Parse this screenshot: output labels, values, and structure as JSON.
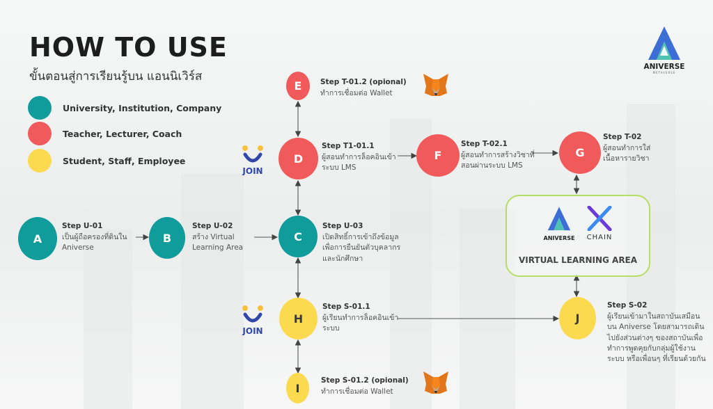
{
  "header": {
    "title": "HOW TO USE",
    "subtitle": "ขั้นตอนสู่การเรียนรู้บน แอนนิเวิร์ส"
  },
  "legend": [
    {
      "label": "University, Institution, Company",
      "color": "#0f9c9b"
    },
    {
      "label": "Teacher, Lecturer, Coach",
      "color": "#f05a5a"
    },
    {
      "label": "Student, Staff, Employee",
      "color": "#fbda50"
    }
  ],
  "brand": {
    "name": "ANIVERSE",
    "tagline": "METAVERSE"
  },
  "nodes": {
    "A": "A",
    "B": "B",
    "C": "C",
    "D": "D",
    "E": "E",
    "F": "F",
    "G": "G",
    "H": "H",
    "I": "I",
    "J": "J"
  },
  "steps": {
    "u01": {
      "title": "Step U-01",
      "text": "เป็นผู้ถือครองที่ดินใน Aniverse"
    },
    "u02": {
      "title": "Step U-02",
      "text": "สร้าง Virtual Learning Area"
    },
    "u03": {
      "title": "Step U-03",
      "text": "เปิดสิทธิ์การเข้าถึงข้อมูลเพื่อการยืนยันตัวบุคลากร และนักศึกษา"
    },
    "t011": {
      "title": "Step T1-01.1",
      "text": "ผู้สอนทำการล็อคอินเข้าระบบ LMS"
    },
    "t012": {
      "title": "Step T-01.2 (opional)",
      "text": "ทำการเชื่อมต่อ Wallet"
    },
    "t021": {
      "title": "Step T-02.1",
      "text": "ผู้สอนทำการสร้างวิชาที่สอนผ่านระบบ LMS"
    },
    "t02": {
      "title": "Step T-02",
      "text": "ผู้สอนทำการใส่เนื้อหารายวิชา"
    },
    "s011": {
      "title": "Step S-01.1",
      "text": "ผู้เรียนทำการล็อคอินเข้าระบบ"
    },
    "s012": {
      "title": "Step S-01.2 (opional)",
      "text": "ทำการเชื่อมต่อ  Wallet"
    },
    "s02": {
      "title": "Step S-02",
      "text": "ผู้เรียนเข้ามาในสถาบันเสมือนบน Aniverse โดยสามารถเดินไปยังส่วนต่างๆ ของสถาบันเพื่อทำการพูดคุยกับกลุ่มผู้ใช้งานระบบ หรือเพื่อนๆ ที่เรียนด้วยกัน"
    }
  },
  "vla": {
    "label": "VIRTUAL LEARNING AREA",
    "aniverse": "ANIVERSE",
    "chain": "CHAIN"
  },
  "join_label": "JOIN"
}
